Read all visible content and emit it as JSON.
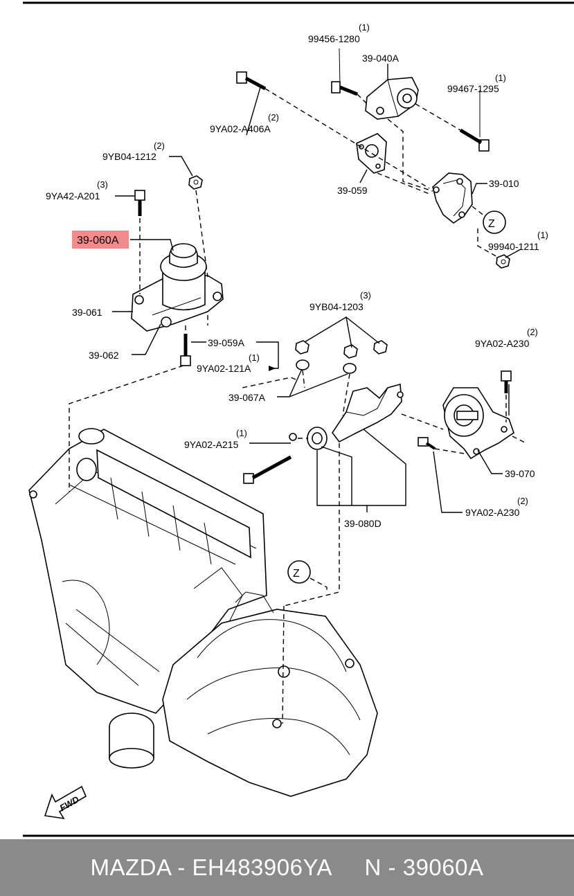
{
  "diagram": {
    "labels": {
      "p99456": {
        "qty": "(1)",
        "code": "99456-1280"
      },
      "p39040A": {
        "code": "39-040A"
      },
      "p99467": {
        "qty": "(1)",
        "code": "99467-1295"
      },
      "p9YA02A406A": {
        "qty": "(2)",
        "code": "9YA02-A406A"
      },
      "p9YB04_1212": {
        "qty": "(2)",
        "code": "9YB04-1212"
      },
      "p39059": {
        "code": "39-059"
      },
      "p39010": {
        "code": "39-010"
      },
      "p9YA42": {
        "qty": "(3)",
        "code": "9YA42-A201"
      },
      "z_top": {
        "code": "Z"
      },
      "p99940": {
        "qty": "(1)",
        "code": "99940-1211"
      },
      "p39060A": {
        "code": "39-060A"
      },
      "p39061": {
        "code": "39-061"
      },
      "p39062": {
        "code": "39-062"
      },
      "p39059A": {
        "code": "39-059A"
      },
      "p9YA02_121A": {
        "qty": "(1)",
        "code": "9YA02-121A"
      },
      "p9YB04_1203": {
        "qty": "(3)",
        "code": "9YB04-1203"
      },
      "p9YA02_A230_top": {
        "qty": "(2)",
        "code": "9YA02-A230"
      },
      "p39067A": {
        "code": "39-067A"
      },
      "p9YA02_A215": {
        "qty": "(1)",
        "code": "9YA02-A215"
      },
      "p39070": {
        "code": "39-070"
      },
      "p9YA02_A230_bot": {
        "qty": "(2)",
        "code": "9YA02-A230"
      },
      "p39080D": {
        "code": "39-080D"
      },
      "z_mid": {
        "code": "Z"
      },
      "fwd": {
        "code": "FWD"
      }
    },
    "highlight_color": "#f28b8b"
  },
  "footer": {
    "text": "MAZDA - EH483906YA     N - 39060A",
    "bg_color": "#8a8a8a"
  }
}
